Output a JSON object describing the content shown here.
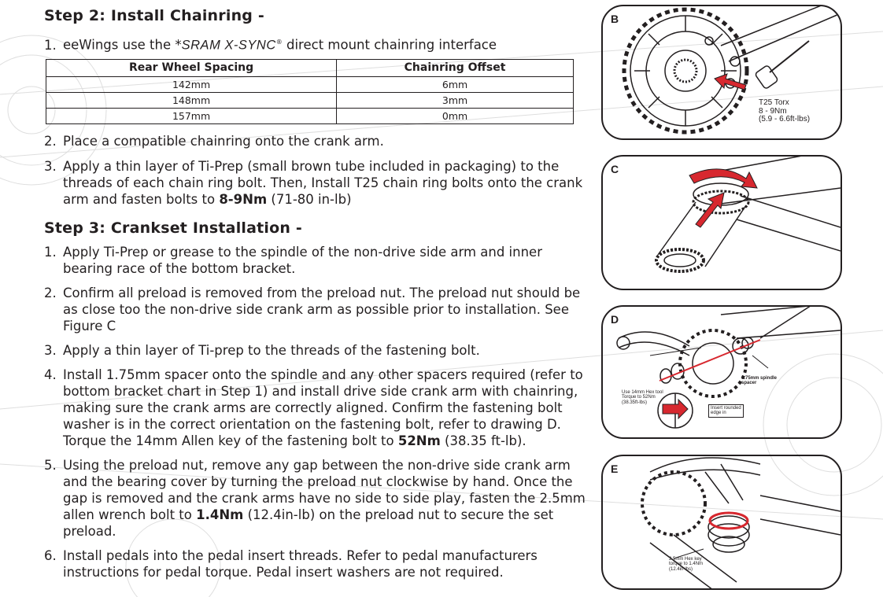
{
  "step2": {
    "heading": "Step 2: Install Chainring -",
    "item1": {
      "num": "1.",
      "prefix": "eeWings use the *",
      "brand": "SRAM X-SYNC",
      "reg": "®",
      "suffix": " direct mount chainring interface"
    },
    "table": {
      "headers": [
        "Rear Wheel Spacing",
        "Chainring Offset"
      ],
      "rows": [
        [
          "142mm",
          "6mm"
        ],
        [
          "148mm",
          "3mm"
        ],
        [
          "157mm",
          "0mm"
        ]
      ]
    },
    "item2": {
      "num": "2.",
      "text": "Place a compatible chainring onto the crank arm."
    },
    "item3": {
      "num": "3.",
      "text_a": "Apply a thin layer of Ti-Prep (small brown tube included in packaging) to the threads of each chain ring bolt. Then, Install T25 chain ring bolts onto the crank arm and fasten bolts to ",
      "bold": "8-9Nm",
      "text_b": " (71-80 in-lb)"
    }
  },
  "step3": {
    "heading": "Step 3: Crankset Installation -",
    "item1": {
      "num": "1.",
      "text": "Apply Ti-Prep or grease to the spindle of the non-drive side arm and inner bearing race of the bottom bracket."
    },
    "item2": {
      "num": "2.",
      "text": "Confirm all preload is removed from the preload nut. The preload nut should be as close too the non-drive side crank arm as possible prior to installation. See Figure C"
    },
    "item3": {
      "num": "3.",
      "text": "Apply a thin layer of Ti-prep to the threads of the fastening bolt."
    },
    "item4": {
      "num": "4.",
      "text_a": "Install 1.75mm spacer onto the spindle and any other spacers required (refer to bottom bracket chart in Step 1) and install drive side crank arm with chainring, making sure the crank arms are correctly aligned. Confirm the fastening bolt washer is in the correct orientation on the fastening bolt, refer to drawing D. Torque the 14mm Allen key of the fastening bolt to ",
      "bold": "52Nm",
      "text_b": " (38.35 ft-lb)."
    },
    "item5": {
      "num": "5.",
      "text_a": "Using the preload nut, remove any gap between the non-drive side crank arm and the bearing cover by turning the preload nut clockwise by hand. Once the gap is removed and the crank arms have no side to side play, fasten the 2.5mm allen wrench bolt to ",
      "bold": "1.4Nm",
      "text_b": " (12.4in-lb) on the preload nut to secure the set preload."
    },
    "item6": {
      "num": "6.",
      "text": "Install pedals into the pedal insert threads. Refer to pedal manufacturers instructions for pedal torque. Pedal insert washers are not required."
    }
  },
  "figures": {
    "b": {
      "letter": "B",
      "caption": [
        "T25 Torx",
        "8 - 9Nm",
        "(5.9 - 6.6ft-lbs)"
      ]
    },
    "c": {
      "letter": "C"
    },
    "d": {
      "letter": "D",
      "caption_spacer": [
        "1.75mm spindle",
        "spacer"
      ],
      "caption_torque": [
        "Use 14mm Hex tool",
        "Torque to 52Nm",
        "(38.35ft-lbs)"
      ],
      "caption_insert": [
        "Insert rounded",
        "edge in"
      ]
    },
    "e": {
      "letter": "E",
      "caption": [
        "2.5mm Hex key",
        "torque to 1.4Nm",
        "(12.4in-lbs)"
      ]
    }
  },
  "colors": {
    "text": "#231f20",
    "accent_red": "#d7282f",
    "background_lines": "#dcdcdc"
  }
}
